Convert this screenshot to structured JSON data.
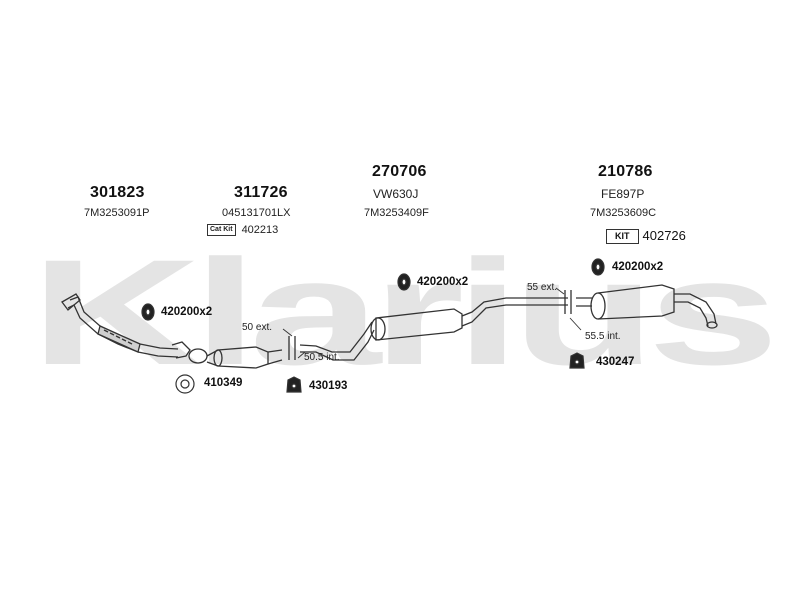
{
  "watermark": "Klarius",
  "parts": [
    {
      "id": "301823",
      "oe": "7M3253091P"
    },
    {
      "id": "311726",
      "oe": "045131701LX",
      "catkit_label": "Cat Kit",
      "catkit_no": "402213"
    },
    {
      "id": "270706",
      "oe": "VW630J",
      "oe2": "7M3253409F"
    },
    {
      "id": "210786",
      "oe": "FE897P",
      "oe2": "7M3253609C",
      "kit_label": "KIT",
      "kit_no": "402726"
    }
  ],
  "fittings": [
    {
      "label": "420200x2"
    },
    {
      "label": "410349"
    },
    {
      "label": "430193"
    },
    {
      "label": "420200x2"
    },
    {
      "label": "420200x2"
    },
    {
      "label": "430247"
    }
  ],
  "dimensions": {
    "d1": "50 ext.",
    "d2": "50.5 int.",
    "d3": "55 ext.",
    "d4": "55.5 int."
  },
  "colors": {
    "watermark": "#e3e3e3",
    "line": "#333333"
  }
}
